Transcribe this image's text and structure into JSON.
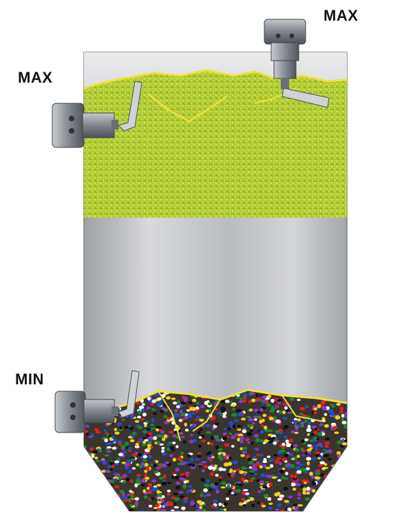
{
  "labels": {
    "max_top": "MAX",
    "max_left": "MAX",
    "min": "MIN"
  },
  "colors": {
    "upper_material": "#b8d23a",
    "lower_material_mix": [
      "#e02020",
      "#1a8a2a",
      "#1e4fd0",
      "#f0d020",
      "#ffffff",
      "#111111",
      "#8a3ac8"
    ],
    "silo_wall": "#bfc1c4",
    "highlight_yellow": "#f2e03a",
    "sensor_body": "#8c9298"
  },
  "icons": {
    "sensor_side_max": "paddle-level-switch-icon",
    "sensor_top_max": "paddle-level-switch-icon",
    "sensor_side_min": "paddle-level-switch-icon"
  }
}
